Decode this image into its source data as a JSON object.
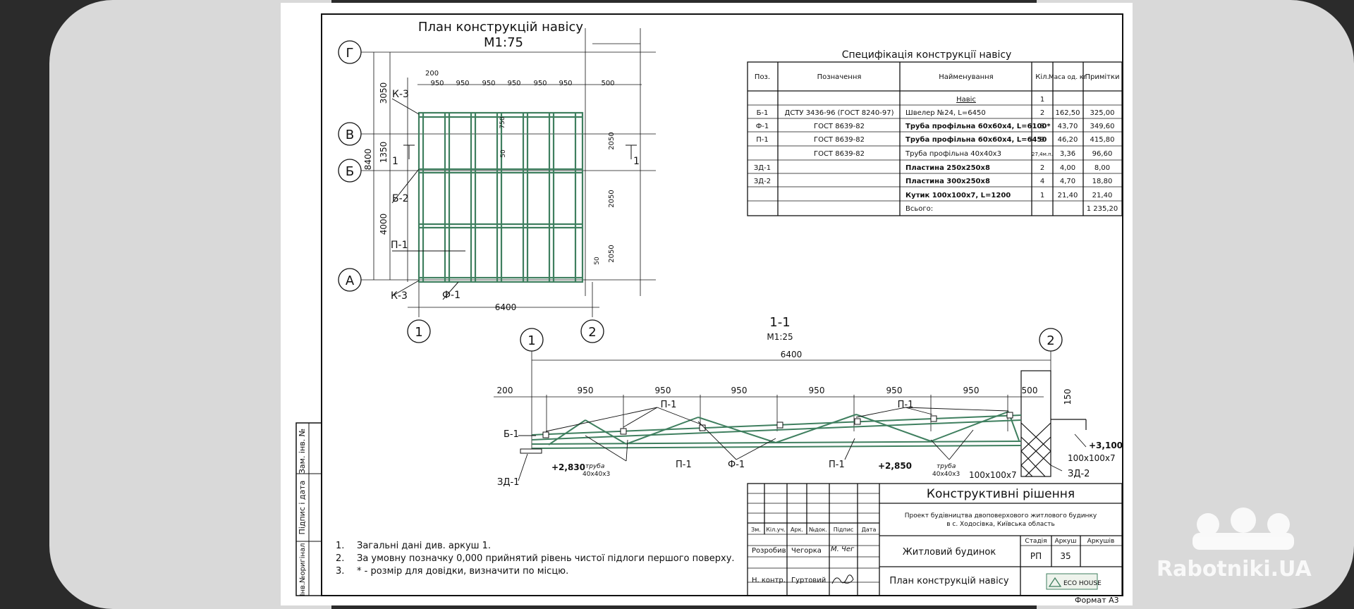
{
  "plan": {
    "title": "План конструкцій навісу",
    "scale": "М1:75",
    "axis_g": "Г",
    "axis_v": "В",
    "axis_b": "Б",
    "axis_a": "А",
    "axis_1": "1",
    "axis_2": "2",
    "dim_200": "200",
    "dims_top": [
      "950",
      "950",
      "950",
      "950",
      "950",
      "950",
      "500"
    ],
    "dim_3050": "3050",
    "dim_1350": "1350",
    "dim_8400": "8400",
    "dim_4000": "4000",
    "dim_6400": "6400",
    "dim_2050a": "2050",
    "dim_2050b": "2050",
    "dim_2050c": "2050",
    "dim_750": "750",
    "dim_50a": "50",
    "dim_50b": "50",
    "k3_top": "К-3",
    "k3_bottom": "К-3",
    "b2": "Б-2",
    "p1": "П-1",
    "f1": "Ф-1",
    "cut_left": "1",
    "cut_right": "1"
  },
  "spec": {
    "title": "Специфікація конструкції навісу",
    "headers": [
      "Поз.",
      "Позначення",
      "Найменування",
      "Кіл.",
      "Маса од. кг",
      "Примітки"
    ],
    "rows": [
      [
        "",
        "",
        "Навіс",
        "1",
        "",
        ""
      ],
      [
        "Б-1",
        "ДСТУ 3436-96 (ГОСТ 8240-97)",
        "Швелер №24, L=6450",
        "2",
        "162,50",
        "325,00"
      ],
      [
        "Ф-1",
        "ГОСТ 8639-82",
        "Труба профільна 60х60х4, L=6100*",
        "8",
        "43,70",
        "349,60"
      ],
      [
        "П-1",
        "ГОСТ 8639-82",
        "Труба профільна 60х60х4, L=6450",
        "9",
        "46,20",
        "415,80"
      ],
      [
        "",
        "ГОСТ 8639-82",
        "Труба профільна 40х40х3",
        "27,4м.п.",
        "3,36",
        "96,60"
      ],
      [
        "ЗД-1",
        "",
        "Пластина 250х250х8",
        "2",
        "4,00",
        "8,00"
      ],
      [
        "ЗД-2",
        "",
        "Пластина 300х250х8",
        "4",
        "4,70",
        "18,80"
      ],
      [
        "",
        "",
        "Кутик 100х100х7, L=1200",
        "1",
        "21,40",
        "21,40"
      ],
      [
        "",
        "",
        "Всього:",
        "",
        "",
        "1 235,20"
      ]
    ]
  },
  "section": {
    "title": "1-1",
    "scale": "М1:25",
    "axis_1": "1",
    "axis_2": "2",
    "dim_6400": "6400",
    "dims": [
      "200",
      "950",
      "950",
      "950",
      "950",
      "950",
      "950",
      "500"
    ],
    "dim_150": "150",
    "p1_top_left": "П-1",
    "p1_top_right": "П-1",
    "b1": "Б-1",
    "zd1": "ЗД-1",
    "zd2": "ЗД-2",
    "p1_bottom_a": "П-1",
    "f1": "Ф-1",
    "p1_bottom_b": "П-1",
    "level_2830": "+2,830",
    "level_2850": "+2,850",
    "level_3100": "+3,100",
    "pipe_a1": "труба",
    "pipe_a2": "40х40х3",
    "pipe_b1": "труба",
    "pipe_b2": "40х40х3",
    "angle_a": "100х100х7",
    "angle_b": "100х100х7"
  },
  "notes": [
    {
      "num": "1.",
      "text": "Загальні дані див. аркуш 1."
    },
    {
      "num": "2.",
      "text": "За умовну позначку 0,000 прийнятий рівень чистої підлоги першого поверху."
    },
    {
      "num": "3.",
      "text": "* - розмір для довідки, визначити по місцю."
    }
  ],
  "side_stamp": {
    "a": "Зам. інв. №",
    "b": "Підпис і дата",
    "c": "Інв.№оригінал"
  },
  "title_block": {
    "main": "Конструктивні рішення",
    "project_1": "Проект будівництва двоповерхового житлового будинку",
    "project_2": "в с. Ходосівка, Київська область",
    "building": "Житловий будинок",
    "sheet_name": "План конструкцій навісу",
    "h_zm": "Зм.",
    "h_kil": "Кіл.уч.",
    "h_ark": "Арк.",
    "h_doc": "№док.",
    "h_sign": "Підпис",
    "h_date": "Дата",
    "role_1": "Розробив",
    "person_1": "Чегорка",
    "role_2": "Н. контр.",
    "person_2": "Гуртовий",
    "sig_1": "М. Чег",
    "h_stage": "Стадія",
    "h_sheet": "Аркуш",
    "h_sheets": "Аркушів",
    "stage": "РП",
    "sheet": "35",
    "logo": "ECO HOUSE",
    "format": "Формат А3"
  },
  "watermark": "Rabotniki.UA",
  "colors": {
    "steel": "#3f7f5f",
    "bg": "#2b2b2b",
    "panel": "#d9d9d9"
  }
}
